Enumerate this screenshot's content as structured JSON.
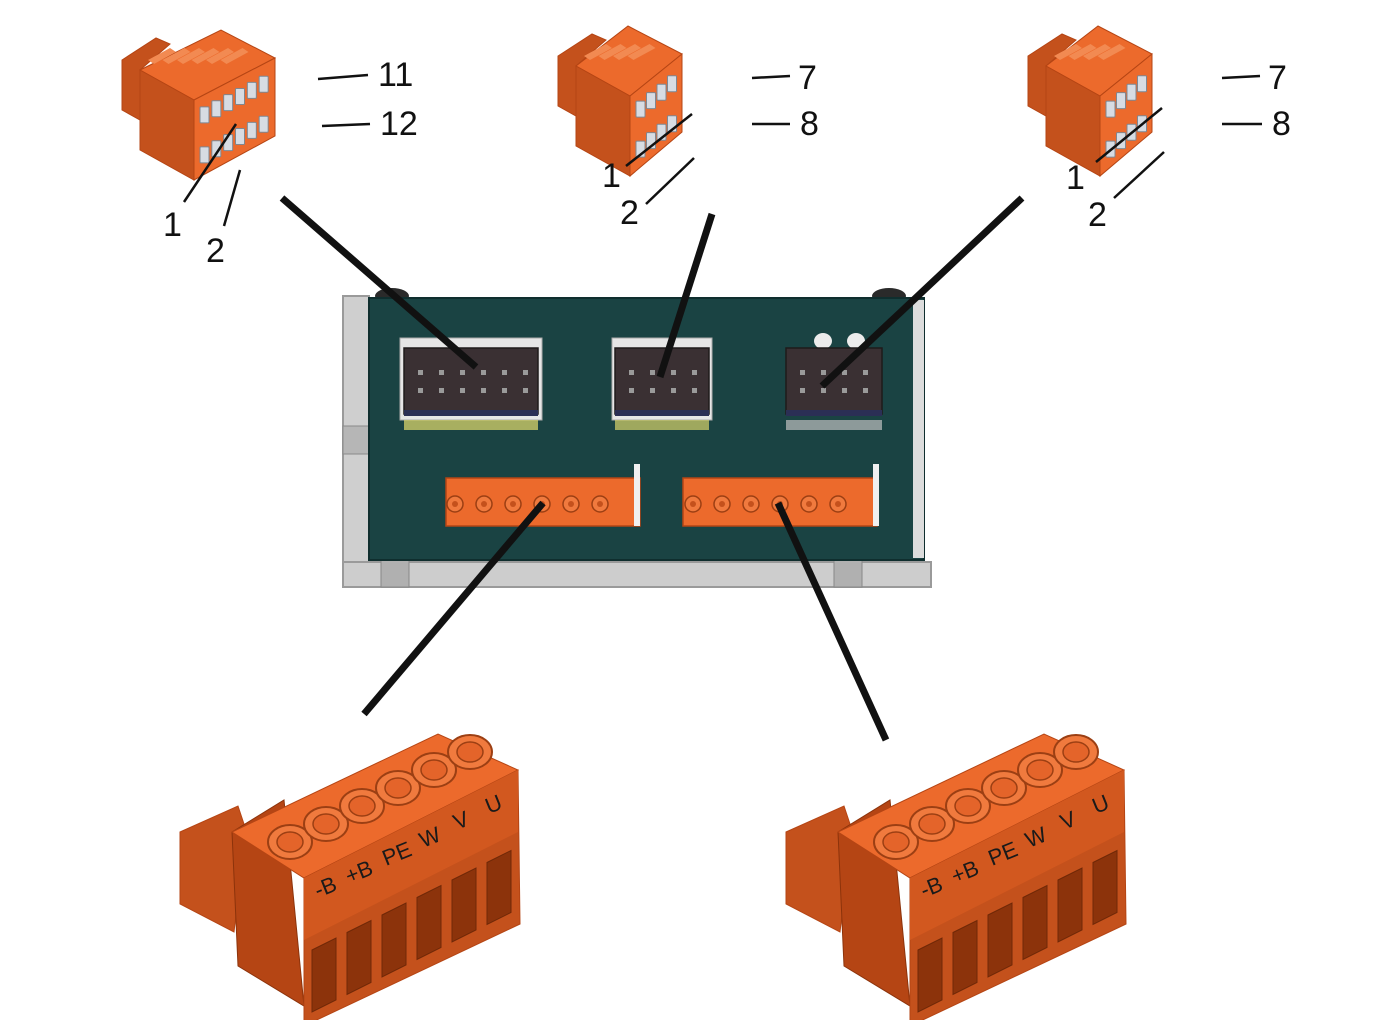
{
  "colors": {
    "connector": "#ec6a2c",
    "connector_dark": "#c4511c",
    "connector_side": "#b54514",
    "pcb": "#1a4343",
    "header": "#3a3033",
    "rail": "#c8c8c8",
    "line": "#111111",
    "contact": "#d7dce3"
  },
  "top_connectors": [
    {
      "id": "conn-12",
      "pins": {
        "top_right": "11",
        "bottom_right": "12",
        "bottom_left_a": "1",
        "bottom_left_b": "2"
      }
    },
    {
      "id": "conn-8a",
      "pins": {
        "top_right": "7",
        "bottom_right": "8",
        "bottom_left_a": "1",
        "bottom_left_b": "2"
      }
    },
    {
      "id": "conn-8b",
      "pins": {
        "top_right": "7",
        "bottom_right": "8",
        "bottom_left_a": "1",
        "bottom_left_b": "2"
      }
    }
  ],
  "power_terminals": [
    {
      "id": "power-left",
      "labels": [
        "-B",
        "+B",
        "PE",
        "W",
        "V",
        "U"
      ]
    },
    {
      "id": "power-right",
      "labels": [
        "-B",
        "+B",
        "PE",
        "W",
        "V",
        "U"
      ]
    }
  ]
}
